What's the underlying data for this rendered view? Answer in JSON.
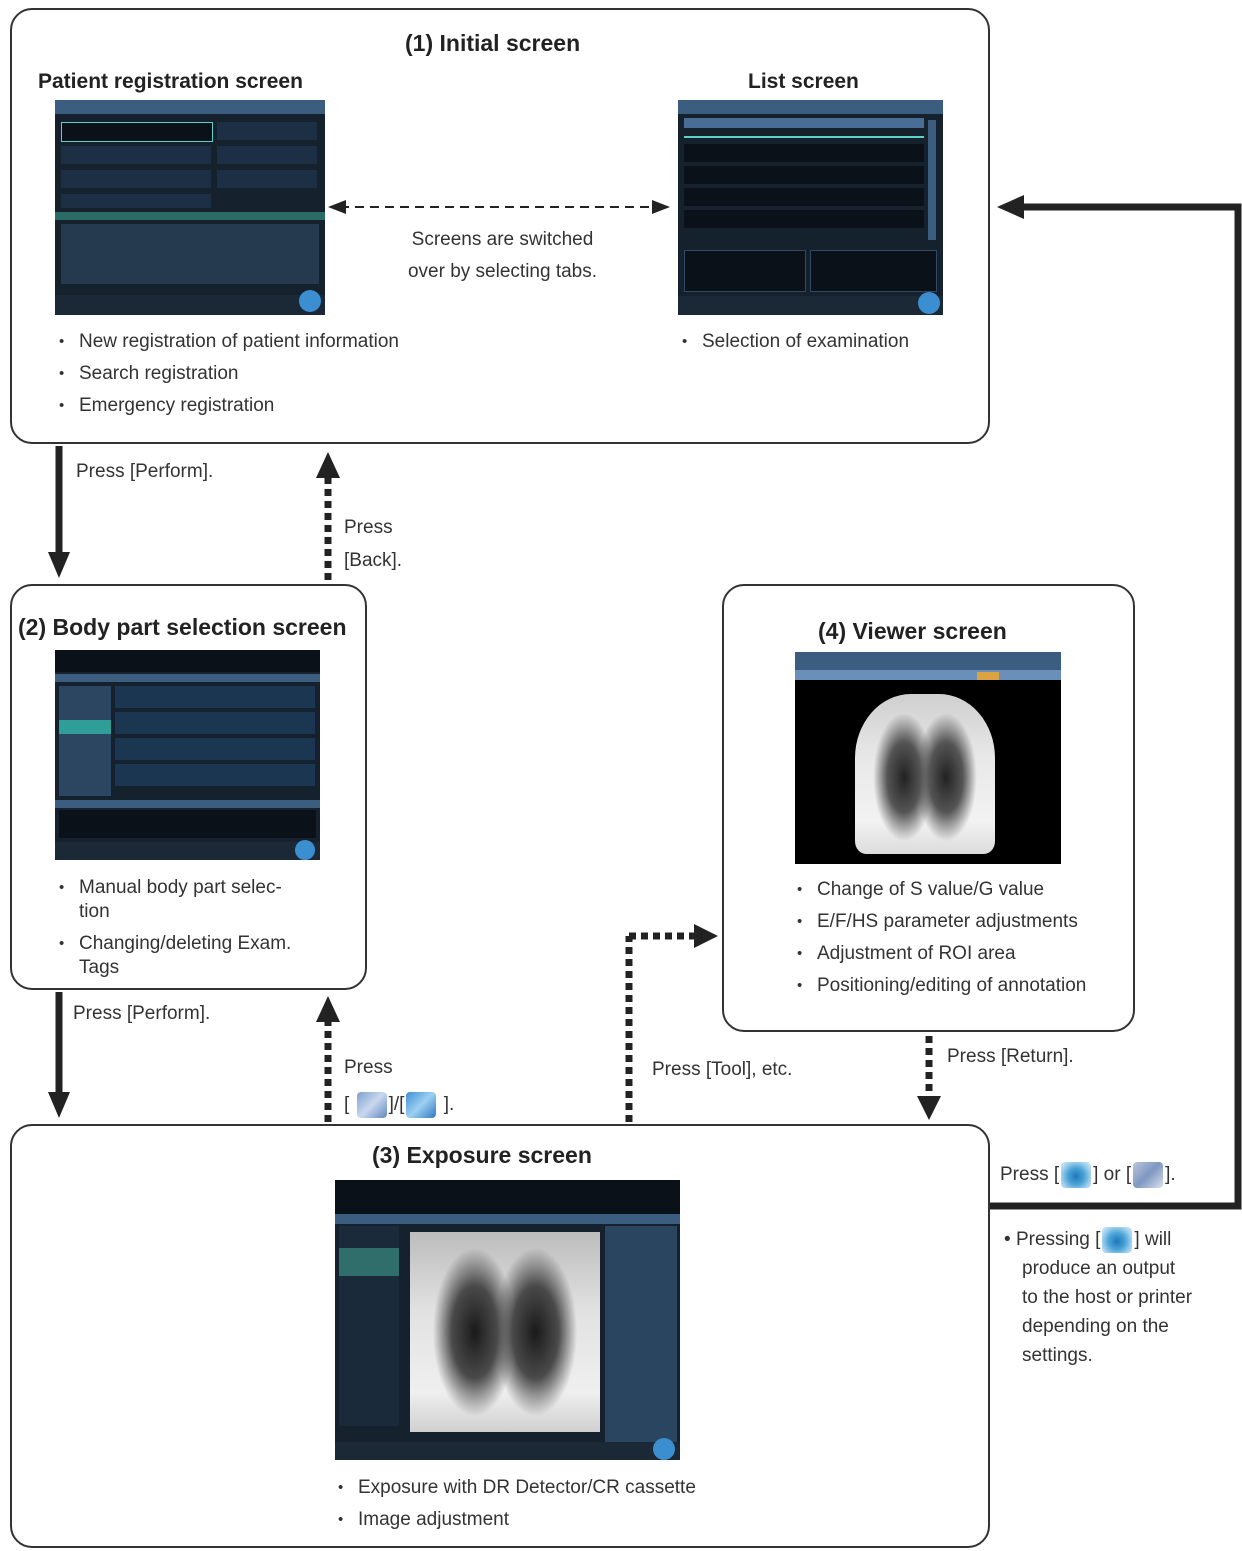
{
  "initial": {
    "title": "(1) Initial screen",
    "patient_screen_title": "Patient registration screen",
    "list_screen_title": "List screen",
    "switch_note_line1": "Screens are switched",
    "switch_note_line2": "over by selecting tabs.",
    "patient_bullets": [
      "New registration of patient information",
      "Search registration",
      "Emergency registration"
    ],
    "list_bullets": [
      "Selection of examination"
    ]
  },
  "body_part": {
    "title": "(2) Body part selection screen",
    "bullets": [
      "Manual body part selec-\ntion",
      "Changing/deleting Exam.\nTags"
    ]
  },
  "exposure": {
    "title": "(3) Exposure screen",
    "bullets": [
      "Exposure with DR Detector/CR cassette",
      "Image adjustment"
    ]
  },
  "viewer": {
    "title": "(4) Viewer screen",
    "bullets": [
      "Change of S value/G value",
      "E/F/HS parameter adjustments",
      "Adjustment of ROI area",
      "Positioning/editing of annotation"
    ]
  },
  "transitions": {
    "perform_1": "Press [Perform].",
    "back_line1": "Press",
    "back_line2": "[Back].",
    "perform_2": "Press [Perform].",
    "icon_press_line1": "Press",
    "icon_press_open": "[",
    "icon_press_mid": "]/[",
    "icon_press_close": "].",
    "tool": "Press [Tool], etc.",
    "return": "Press [Return].",
    "output_press_open": "Press [",
    "output_press_mid": "] or [",
    "output_press_close": "].",
    "output_note_open": "Pressing [",
    "output_note_close": "] will",
    "output_note_lines": [
      "produce an output",
      "to the host or printer",
      "depending on the",
      "settings."
    ]
  },
  "icons": {
    "output": "output-icon",
    "list": "list-icon",
    "back": "back-icon",
    "add": "add-exam-icon"
  },
  "colors": {
    "ui_dark": "#0f1a24",
    "ui_bar": "#2f4a66",
    "accent": "#5fd1c8",
    "arrow": "#222222"
  }
}
